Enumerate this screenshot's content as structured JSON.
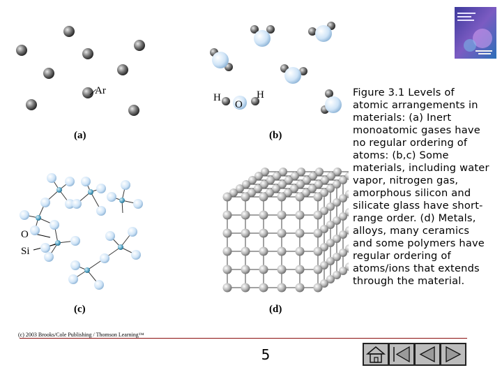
{
  "figure": {
    "labels": {
      "a": "(a)",
      "b": "(b)",
      "c": "(c)",
      "d": "(d)",
      "ar": "Ar",
      "h_left": "H",
      "o_center": "O",
      "h_right": "H",
      "o_side": "O",
      "si_side": "Si"
    }
  },
  "caption": "Figure 3.1 Levels of atomic arrangements in materials: (a) Inert monoatomic gases have no regular ordering of atoms: (b,c) Some materials, including water vapor, nitrogen gas, amorphous silicon and silicate glass have short-range order. (d) Metals, alloys, many ceramics and some polymers have regular ordering of atoms/ions that extends through the material.",
  "copyright": "(c) 2003 Brooks/Cole Publishing / Thomson Learning™",
  "page_number": "5",
  "nav": {
    "home_icon": "home-icon",
    "first_icon": "first-icon",
    "back_icon": "back-icon",
    "next_icon": "next-icon"
  },
  "colors": {
    "rule": "#8a0e0e",
    "button_bg": "#bcbcbc",
    "light_atom": "#cfe4f7",
    "dark_atom": "#555555"
  }
}
